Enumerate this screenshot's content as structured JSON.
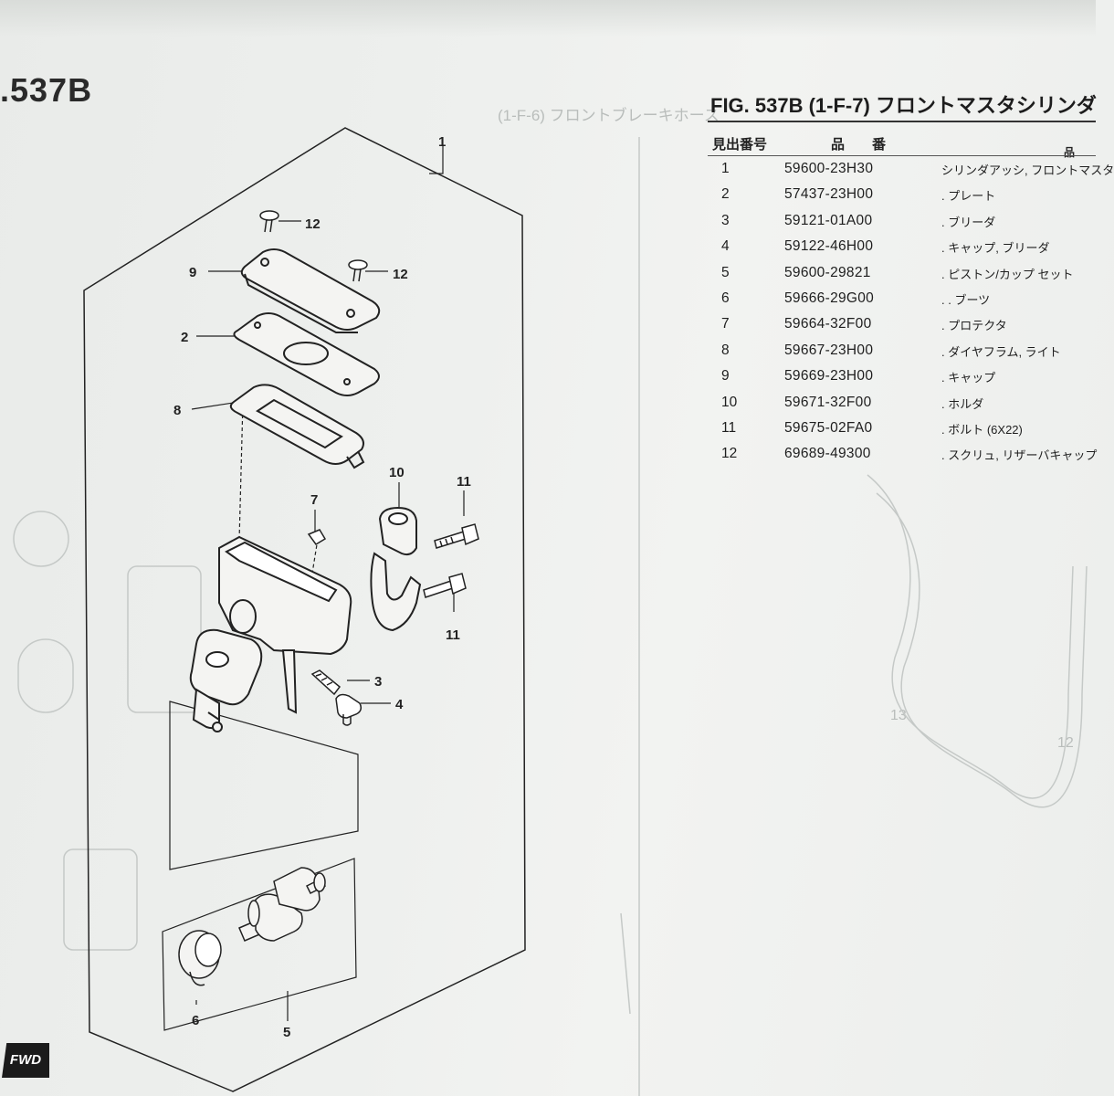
{
  "header": {
    "fig_left": ".537B",
    "fig_title": "FIG. 537B  (1-F-7)  フロントマスタシリンダ"
  },
  "table": {
    "col_ref": "見出番号",
    "col_part": "品　　番",
    "col_name": "品",
    "rows": [
      {
        "no": "1",
        "part": "59600-23H30",
        "name": "シリンダアッシ, フロントマスタ"
      },
      {
        "no": "2",
        "part": "57437-23H00",
        "name": ". プレート"
      },
      {
        "no": "3",
        "part": "59121-01A00",
        "name": ". ブリーダ"
      },
      {
        "no": "4",
        "part": "59122-46H00",
        "name": ". キャップ, ブリーダ"
      },
      {
        "no": "5",
        "part": "59600-29821",
        "name": ". ピストン/カップ  セット"
      },
      {
        "no": "6",
        "part": "59666-29G00",
        "name": ". . ブーツ"
      },
      {
        "no": "7",
        "part": "59664-32F00",
        "name": ". プロテクタ"
      },
      {
        "no": "8",
        "part": "59667-23H00",
        "name": ". ダイヤフラム, ライト"
      },
      {
        "no": "9",
        "part": "59669-23H00",
        "name": ". キャップ"
      },
      {
        "no": "10",
        "part": "59671-32F00",
        "name": ". ホルダ"
      },
      {
        "no": "11",
        "part": "59675-02FA0",
        "name": ". ボルト  (6X22)"
      },
      {
        "no": "12",
        "part": "69689-49300",
        "name": ". スクリュ, リザーバキャップ"
      }
    ]
  },
  "diagram": {
    "callouts": [
      "1",
      "12",
      "12",
      "9",
      "2",
      "8",
      "7",
      "10",
      "11",
      "11",
      "3",
      "4",
      "6",
      "5"
    ],
    "fwd_label": "FWD"
  },
  "ghost": {
    "header": "(1-F-6)  フロントブレーキホース",
    "side_13": "13",
    "side_12": "12"
  },
  "colors": {
    "ink": "#1e1e1e",
    "paper": "#eef0ee",
    "ghost": "#b9bdbb"
  }
}
